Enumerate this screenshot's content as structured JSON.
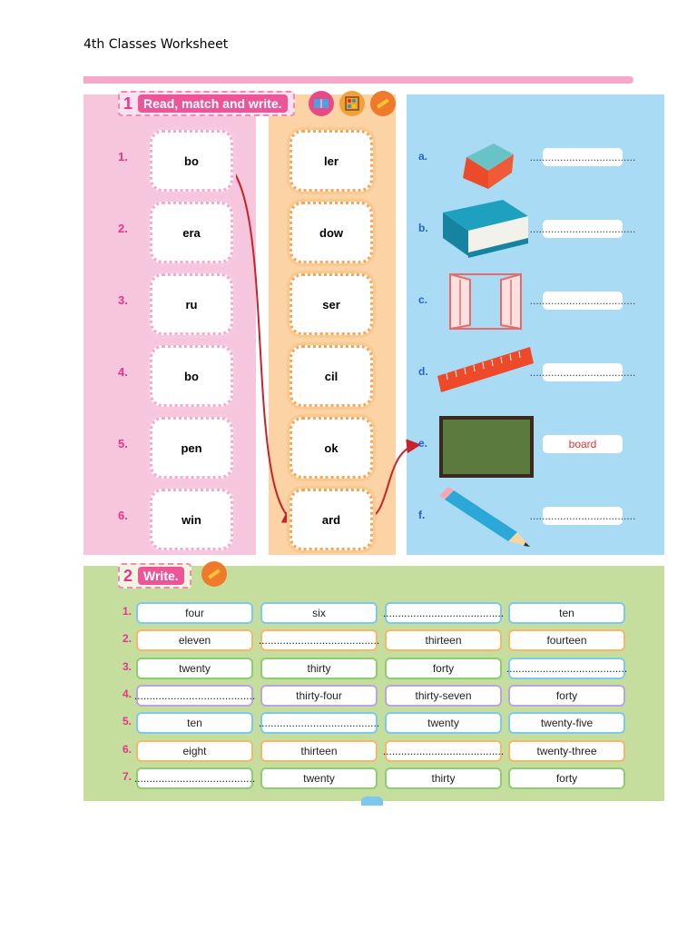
{
  "document": {
    "header": "4th Classes Worksheet"
  },
  "section1": {
    "number": "1",
    "title": "Read, match and write.",
    "icons": [
      "book-icon",
      "abacus-icon",
      "ruler-pencil-icon"
    ],
    "rows": [
      {
        "num": "1.",
        "left": "bo",
        "mid": "ler",
        "letter": "a.",
        "answer": "..................................."
      },
      {
        "num": "2.",
        "left": "era",
        "mid": "dow",
        "letter": "b.",
        "answer": "..................................."
      },
      {
        "num": "3.",
        "left": "ru",
        "mid": "ser",
        "letter": "c.",
        "answer": "..................................."
      },
      {
        "num": "4.",
        "left": "bo",
        "mid": "cil",
        "letter": "d.",
        "answer": "..................................."
      },
      {
        "num": "5.",
        "left": "pen",
        "mid": "ok",
        "letter": "e.",
        "answer": "board"
      },
      {
        "num": "6.",
        "left": "win",
        "mid": "ard",
        "letter": "f.",
        "answer": "..................................."
      }
    ],
    "pictures": [
      "eraser",
      "book",
      "window",
      "ruler",
      "chalkboard",
      "pencil"
    ],
    "colors": {
      "pink_panel": "#f6c6dd",
      "orange_panel": "#fbd3a4",
      "blue_panel": "#a9dbf4",
      "arrow": "#c8232c"
    }
  },
  "section2": {
    "number": "2",
    "title": "Write.",
    "rows": [
      {
        "num": "1.",
        "cells": [
          "four",
          "six",
          "........................................",
          "ten"
        ]
      },
      {
        "num": "2.",
        "cells": [
          "eleven",
          "........................................",
          "thirteen",
          "fourteen"
        ]
      },
      {
        "num": "3.",
        "cells": [
          "twenty",
          "thirty",
          "forty",
          "........................................"
        ]
      },
      {
        "num": "4.",
        "cells": [
          "........................................",
          "thirty-four",
          "thirty-seven",
          "forty"
        ]
      },
      {
        "num": "5.",
        "cells": [
          "ten",
          "........................................",
          "twenty",
          "twenty-five"
        ]
      },
      {
        "num": "6.",
        "cells": [
          "eight",
          "thirteen",
          "........................................",
          "twenty-three"
        ]
      },
      {
        "num": "7.",
        "cells": [
          "........................................",
          "twenty",
          "thirty",
          "forty"
        ]
      }
    ],
    "colors": {
      "panel": "#c5de9e"
    }
  }
}
